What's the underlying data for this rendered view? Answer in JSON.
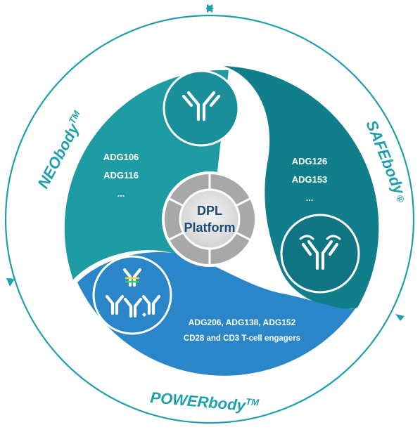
{
  "platform": {
    "line1": "DPL",
    "line2": "Platform"
  },
  "segments": {
    "neobody": {
      "title": "NEObody",
      "title_sup": "TM",
      "items": [
        "ADG106",
        "ADG116",
        "..."
      ]
    },
    "safebody": {
      "title": "SAFEbody",
      "title_sup": "®",
      "items": [
        "ADG126",
        "ADG153",
        "..."
      ]
    },
    "powerbody": {
      "title": "POWERbody",
      "title_sup": "TM",
      "items": [
        "ADG206, ADG138, ADG152",
        "CD28 and CD3 T-cell engagers"
      ]
    }
  },
  "colors": {
    "ring": "#1f9eab",
    "neobody": "#1f9ba4",
    "safebody": "#117f8b",
    "powerbody": "#2a86c8",
    "center_text": "#1c4a73"
  },
  "icons": [
    "antibody-icon",
    "masked-antibody-icon",
    "bispecific-antibodies-icon"
  ]
}
